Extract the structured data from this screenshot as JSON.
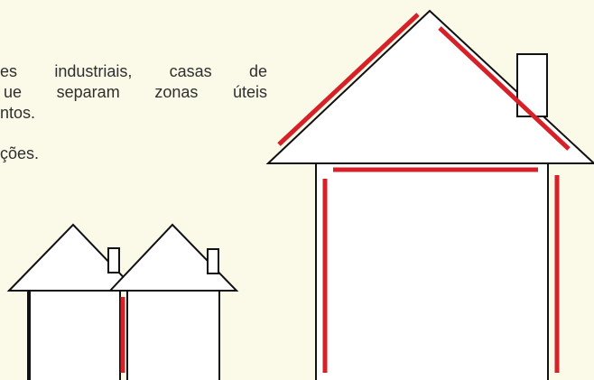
{
  "text": {
    "line1": "es industriais, casas de",
    "line2": "ue separam zonas úteis",
    "line3": "ntos.",
    "line4": "ções."
  },
  "colors": {
    "background": "#fbf9e8",
    "outline": "#111111",
    "highlight": "#d62128",
    "text": "#2f2f2f",
    "fill": "#ffffff"
  }
}
